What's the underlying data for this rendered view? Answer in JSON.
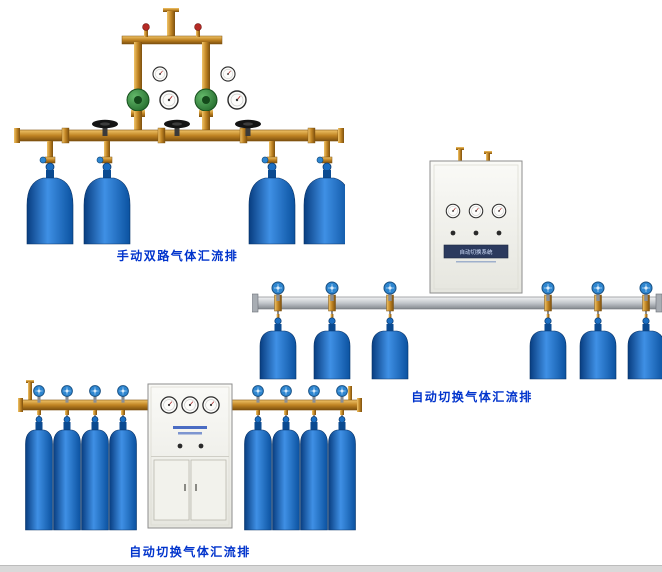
{
  "page": {
    "background": "#ffffff",
    "bottom_bar_color": "#d9d9d9"
  },
  "products": [
    {
      "id": "manual-dual-gas-manifold",
      "caption": "手动双路气体汇流排",
      "cylinder_count": 4,
      "gauge_count": 4,
      "regulator_count": 2
    },
    {
      "id": "auto-switch-gas-manifold-wall-cabinet",
      "caption": "自动切换气体汇流排",
      "cabinet_label": "自动切换系统",
      "cylinder_count": 6,
      "gauge_count": 3
    },
    {
      "id": "auto-switch-gas-manifold-floor-cabinet",
      "caption": "自动切换气体汇流排",
      "cylinder_count": 8,
      "gauge_count": 3
    }
  ],
  "colors": {
    "caption_text": "#0033cc",
    "brass_pipe": "#c08423",
    "aluminum_pipe": "#c2c6cb",
    "cylinder_blue": "#1d6fce",
    "cabinet_body": "#f4f4ef",
    "regulator_green": "#2f8f3a",
    "handwheel_black": "#141414",
    "handwheel_blue": "#2e86d0"
  }
}
